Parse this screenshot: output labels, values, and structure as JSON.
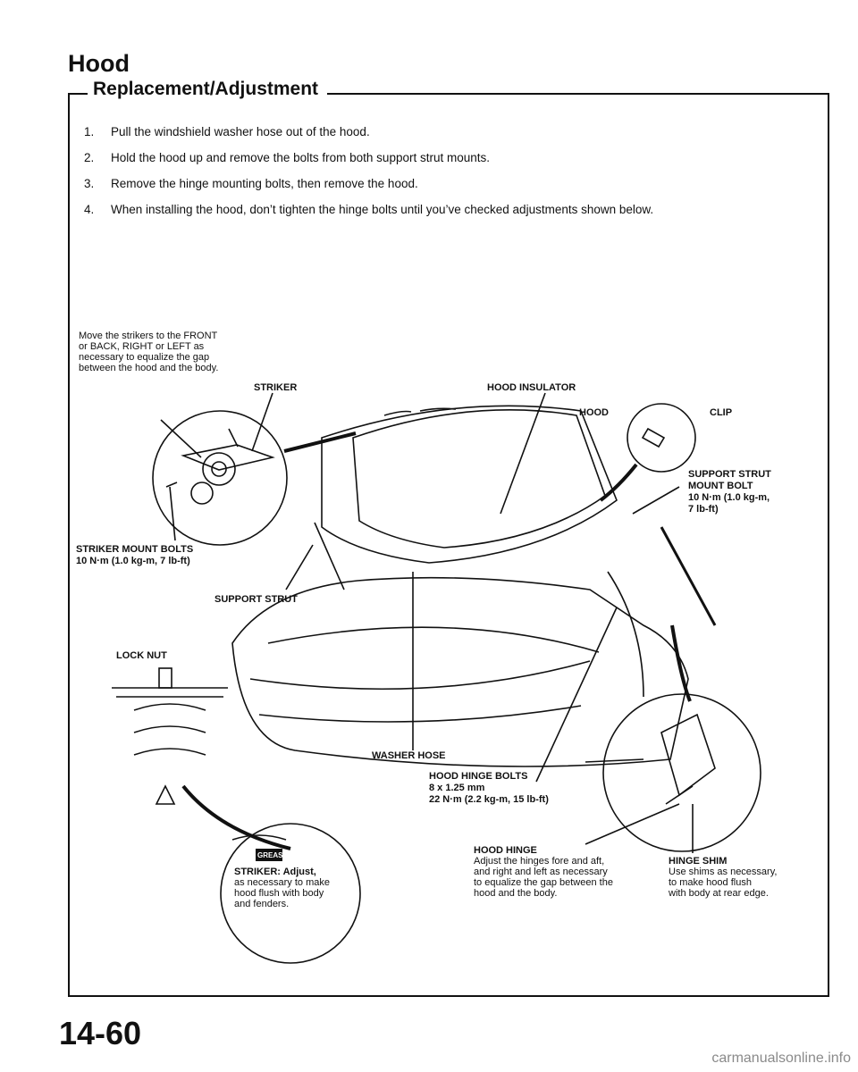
{
  "header": {
    "title": "Hood",
    "subtitle": "Replacement/Adjustment"
  },
  "steps": [
    {
      "num": "1.",
      "text": "Pull the windshield washer hose out of the hood."
    },
    {
      "num": "2.",
      "text": "Hold the hood up and remove the bolts from both support strut mounts."
    },
    {
      "num": "3.",
      "text": "Remove the hinge mounting bolts, then remove the hood."
    },
    {
      "num": "4.",
      "text": "When installing the hood, don’t tighten the hinge bolts until you’ve checked adjustments shown below."
    }
  ],
  "labels": {
    "striker_note": [
      "Move the strikers to the FRONT",
      "or BACK, RIGHT or LEFT as",
      "necessary to equalize the gap",
      "between the hood and the body."
    ],
    "striker": "STRIKER",
    "hood_insulator": "HOOD INSULATOR",
    "hood": "HOOD",
    "clip": "CLIP",
    "support_strut_mount_bolt": [
      "SUPPORT STRUT",
      "MOUNT BOLT",
      "10 N·m (1.0 kg-m,",
      "7 lb-ft)"
    ],
    "striker_mount_bolts": [
      "STRIKER MOUNT BOLTS",
      "10 N·m (1.0 kg-m, 7 lb-ft)"
    ],
    "support_strut": "SUPPORT STRUT",
    "lock_nut": "LOCK NUT",
    "washer_hose": "WASHER HOSE",
    "hood_hinge_bolts": [
      "HOOD HINGE BOLTS",
      "8 x 1.25 mm",
      "22 N·m (2.2 kg-m, 15 lb-ft)"
    ],
    "grease": "GREASE",
    "striker_adjust": [
      "STRIKER: Adjust,",
      "as necessary to make",
      "hood flush with body",
      "and fenders."
    ],
    "hood_hinge": [
      "HOOD HINGE",
      "Adjust the hinges fore and aft,",
      "and right and left as necessary",
      "to equalize the gap between the",
      "hood and the body."
    ],
    "hinge_shim": [
      "HINGE SHIM",
      "Use shims as necessary,",
      "to make hood flush",
      "with body at rear edge."
    ]
  },
  "footer": {
    "page": "14-60",
    "watermark": "carmanualsonline.info"
  }
}
